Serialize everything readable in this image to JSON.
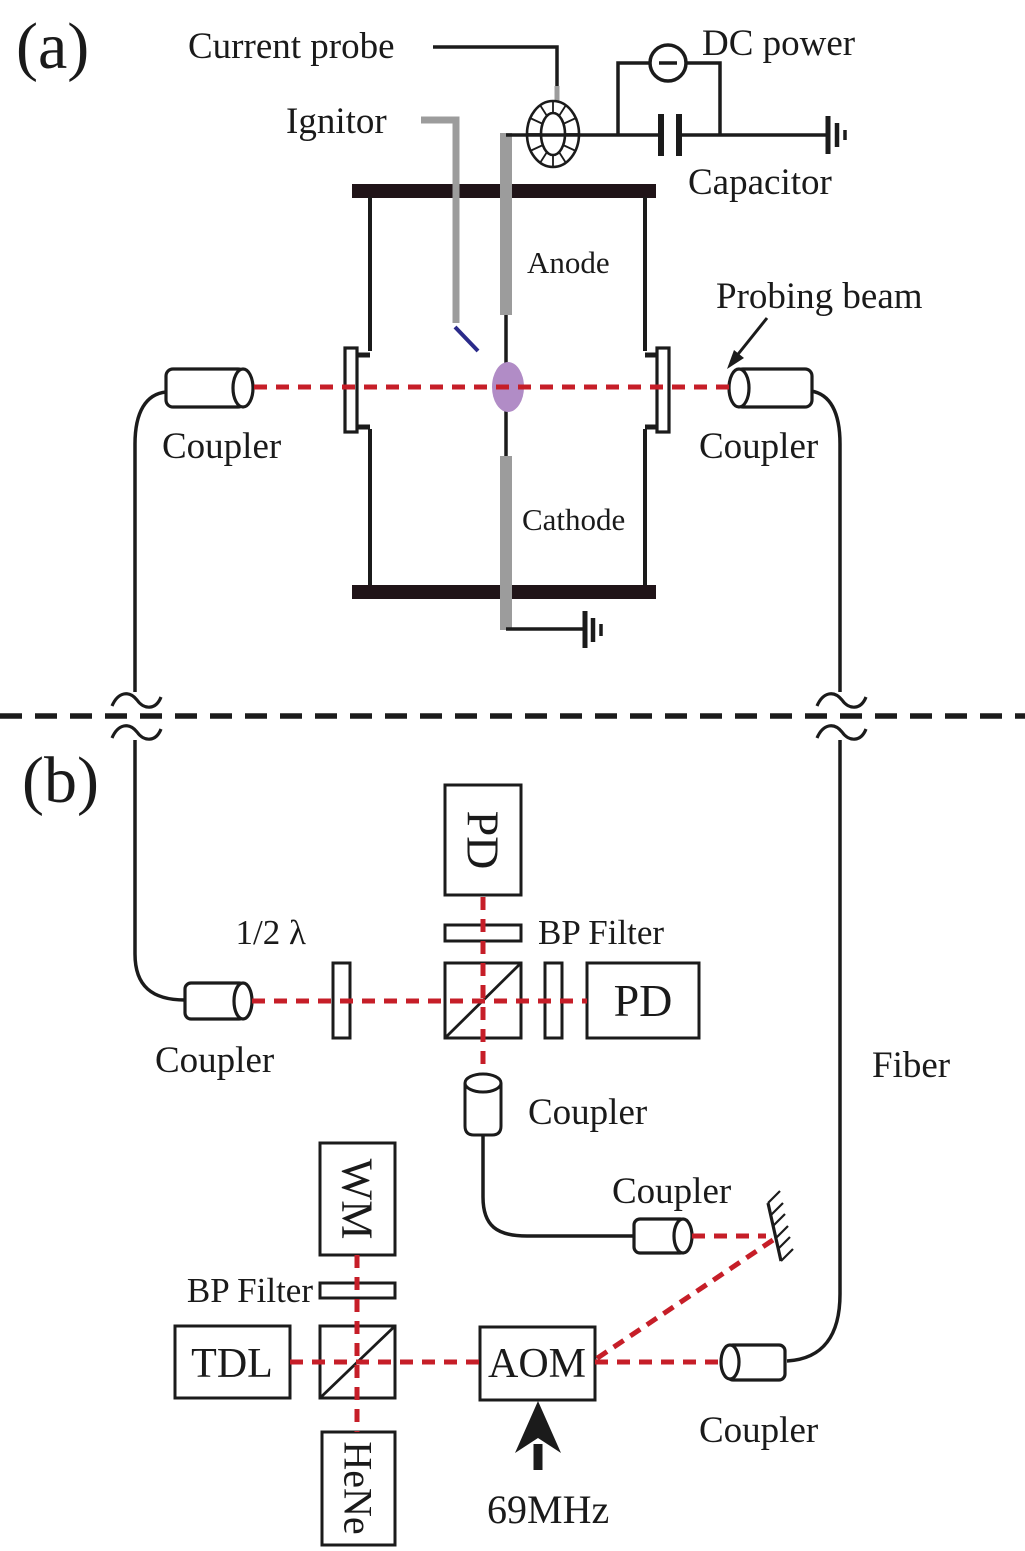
{
  "figure": {
    "panel_a_label": "(a)",
    "panel_b_label": "(b)"
  },
  "labels": {
    "current_probe": "Current probe",
    "ignitor": "Ignitor",
    "dc_power": "DC power",
    "capacitor": "Capacitor",
    "anode": "Anode",
    "cathode": "Cathode",
    "probing_beam": "Probing beam",
    "coupler": "Coupler",
    "fiber": "Fiber",
    "pd": "PD",
    "bp_filter": "BP Filter",
    "half_wave_plate": "1/2 λ",
    "wavemeter": "WM",
    "tunable_diode_laser": "TDL",
    "hene_laser": "HeNe",
    "aom": "AOM",
    "aom_frequency": "69MHz"
  },
  "colors": {
    "beam_red": "#c61e28",
    "plasma_purple": "#b18cc6",
    "electrode_gray": "#9c9c9c",
    "ignitor_blue": "#2b2b8a",
    "line_black": "#1b1b1b"
  }
}
